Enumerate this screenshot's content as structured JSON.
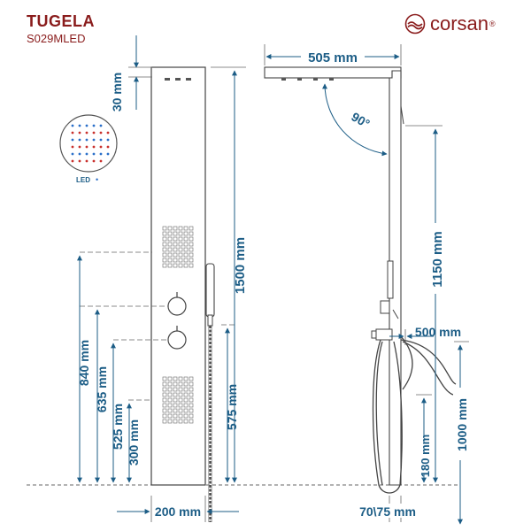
{
  "header": {
    "model_name": "TUGELA",
    "model_code": "S029MLED",
    "brand_name": "corsan",
    "brand_mark": "®"
  },
  "legend": {
    "led_label": "LED",
    "led_dot": "•"
  },
  "dimensions": {
    "top_thickness": "30 mm",
    "panel_height": "1500 mm",
    "head_height_840": "840 mm",
    "valve_height_635": "635 mm",
    "valve_height_525": "525 mm",
    "jets_height_300": "300 mm",
    "valve_height_575": "575 mm",
    "panel_width": "200 mm",
    "arm_length": "505 mm",
    "arm_angle": "90°",
    "side_height_1150": "1150 mm",
    "hose_length": "500 mm",
    "side_height_1000": "1000 mm",
    "side_height_180": "180 mm",
    "side_depth": "70\\75 mm"
  },
  "colors": {
    "dimension": "#1c5d86",
    "outline": "#444444",
    "brand": "#8a1c1c",
    "led": "#2a6fc9",
    "nozzle": "#c9302c"
  },
  "icons": [
    "corsan-logo-icon",
    "shower-head-nozzle-icon",
    "led-dot-icon"
  ]
}
